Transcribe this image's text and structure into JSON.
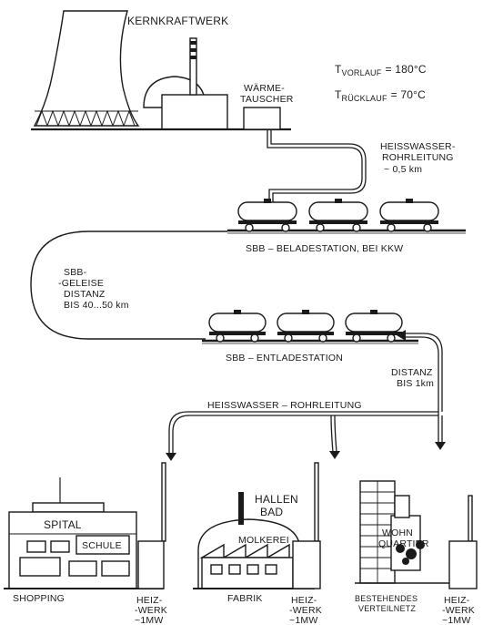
{
  "plant": {
    "name": "KERNKRAFTWERK",
    "exchanger_line1": "WÄRME-",
    "exchanger_line2": "TAUSCHER"
  },
  "temperatures": {
    "t": "T",
    "flow_sub": "VORLAUF",
    "flow_value": "= 180°C",
    "return_sub": "RÜCKLAUF",
    "return_value": "= 70°C"
  },
  "pipe_short": {
    "line1": "HEISSWASSER-",
    "line2": "ROHRLEITUNG",
    "line3": "~ 0,5 km"
  },
  "loading_station": "SBB – BELADESTATION, BEI KKW",
  "rail": {
    "line1": "SBB-",
    "line2": "-GELEISE",
    "line3": "DISTANZ",
    "line4": "BIS 40...50 km"
  },
  "unloading_station": "SBB – ENTLADESTATION",
  "distance": {
    "line1": "DISTANZ",
    "line2": "BIS 1km"
  },
  "network_pipe": "HEISSWASSER – ROHRLEITUNG",
  "consumers": {
    "spital": "SPITAL",
    "schule": "SCHULE",
    "shopping": "SHOPPING",
    "hallenbad_line1": "HALLEN",
    "hallenbad_line2": "BAD",
    "molkerei": "MOLKEREI",
    "fabrik": "FABRIK",
    "wohnquartier_line1": "WOHN",
    "wohnquartier_line2": "QUARTIER",
    "netz_line1": "BESTEHENDES",
    "netz_line2": "VERTEILNETZ"
  },
  "heizwerk": {
    "line1": "HEIZ-",
    "line2": "-WERK",
    "line3": "~1MW"
  }
}
